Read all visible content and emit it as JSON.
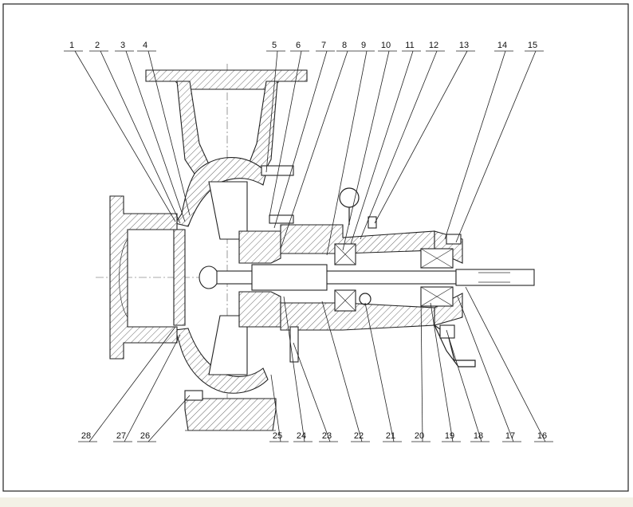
{
  "callouts_top": [
    "1",
    "2",
    "3",
    "4",
    "5",
    "6",
    "7",
    "8",
    "9",
    "10",
    "11",
    "12",
    "13",
    "14",
    "15"
  ],
  "callouts_bottom": [
    "28",
    "27",
    "26",
    "25",
    "24",
    "23",
    "22",
    "21",
    "20",
    "19",
    "18",
    "17",
    "16"
  ]
}
